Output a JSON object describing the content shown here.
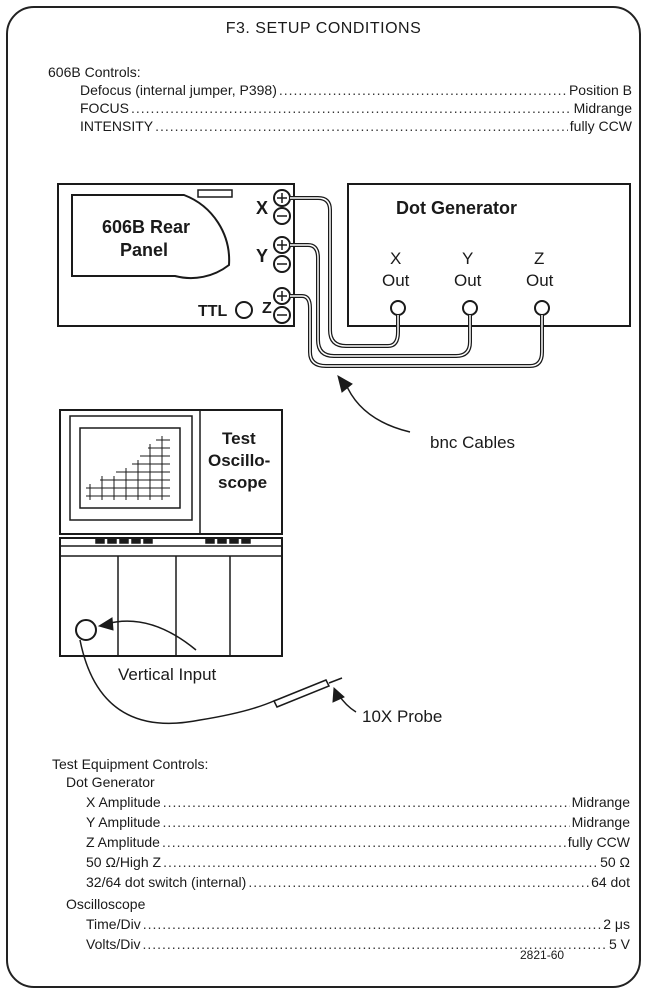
{
  "title": "F3. SETUP CONDITIONS",
  "controls_606b": {
    "heading": "606B Controls:",
    "items": [
      {
        "label": "Defocus (internal jumper, P398)",
        "value": "Position B"
      },
      {
        "label": "FOCUS",
        "value": "Midrange"
      },
      {
        "label": "INTENSITY",
        "value": "fully CCW"
      }
    ]
  },
  "diagram": {
    "rear_panel_line1": "606B Rear",
    "rear_panel_line2": "Panel",
    "x_label": "X",
    "y_label": "Y",
    "z_label": "Z",
    "ttl_label": "TTL",
    "dot_generator": "Dot Generator",
    "out_x_line1": "X",
    "out_y_line1": "Y",
    "out_z_line1": "Z",
    "out_line2": "Out",
    "bnc_cables": "bnc  Cables",
    "scope_line1": "Test",
    "scope_line2": "Oscillo-",
    "scope_line3": "scope",
    "vertical_input": "Vertical Input",
    "probe": "10X Probe"
  },
  "test_equipment": {
    "heading": "Test Equipment Controls:",
    "dot_generator": {
      "heading": "Dot Generator",
      "items": [
        {
          "label": "X Amplitude",
          "value": "Midrange"
        },
        {
          "label": "Y Amplitude",
          "value": "Midrange"
        },
        {
          "label": "Z Amplitude",
          "value": "fully CCW"
        },
        {
          "label": "50 Ω/High Z",
          "value": "50 Ω"
        },
        {
          "label": "32/64 dot switch (internal)",
          "value": "64 dot"
        }
      ]
    },
    "oscilloscope": {
      "heading": "Oscilloscope",
      "items": [
        {
          "label": "Time/Div",
          "value": "2 μs"
        },
        {
          "label": "Volts/Div",
          "value": "5 V"
        }
      ]
    }
  },
  "figure_number": "2821-60"
}
